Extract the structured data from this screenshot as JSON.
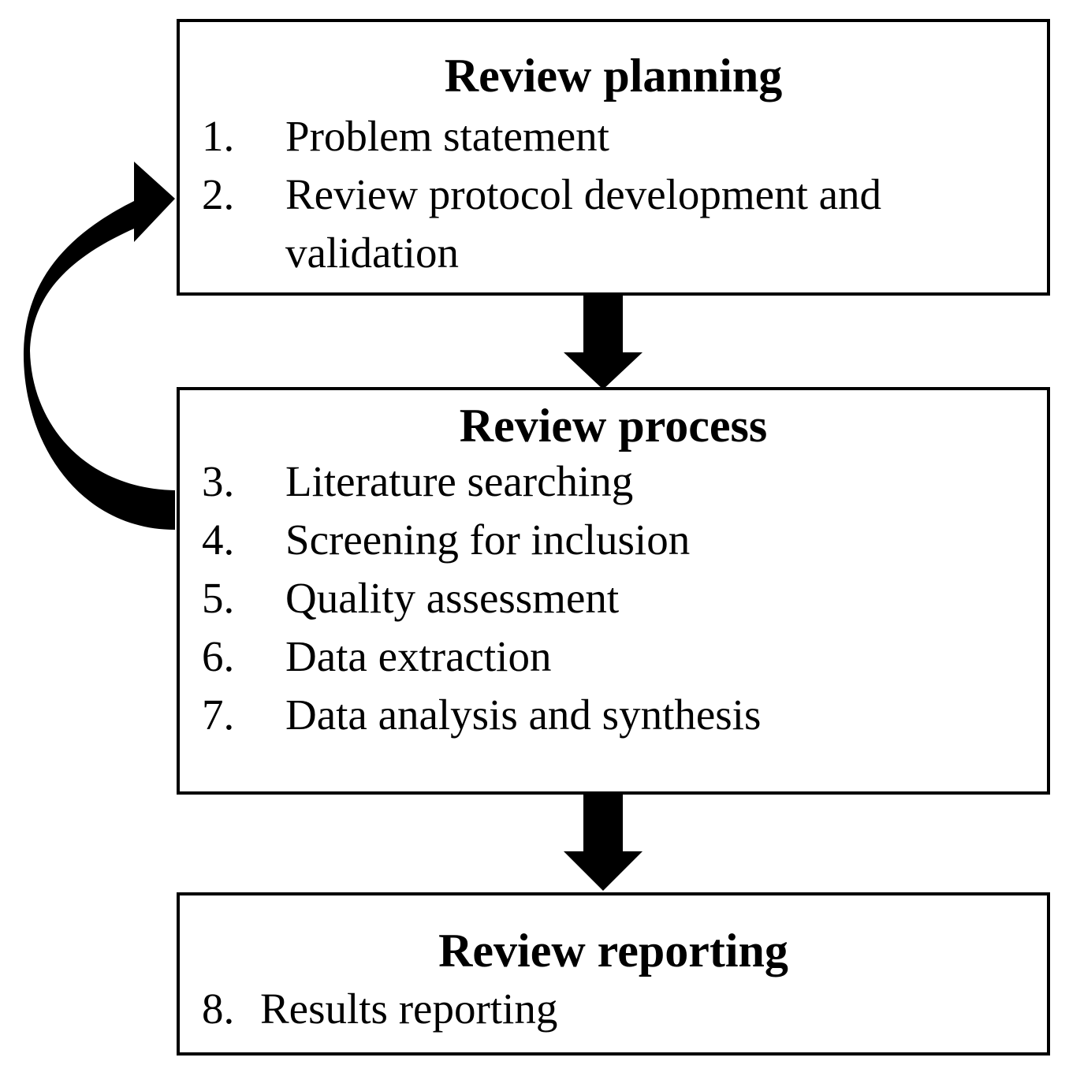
{
  "planning": {
    "title": "Review planning",
    "steps": [
      {
        "num": "1.",
        "text": "Problem statement"
      },
      {
        "num": "2.",
        "text": "Review protocol development and validation"
      }
    ]
  },
  "process": {
    "title": "Review process",
    "steps": [
      {
        "num": "3.",
        "text": "Literature searching"
      },
      {
        "num": "4.",
        "text": "Screening for inclusion"
      },
      {
        "num": "5.",
        "text": "Quality assessment"
      },
      {
        "num": "6.",
        "text": "Data extraction"
      },
      {
        "num": "7.",
        "text": "Data analysis and synthesis"
      }
    ]
  },
  "reporting": {
    "title": "Review reporting",
    "steps": [
      {
        "num": "8.",
        "text": "Results reporting"
      }
    ]
  },
  "colors": {
    "stroke": "#000000",
    "background": "#ffffff"
  },
  "icons": {
    "feedback_arrow": "curved-arrow-icon",
    "flow_arrow": "down-arrow-icon"
  }
}
